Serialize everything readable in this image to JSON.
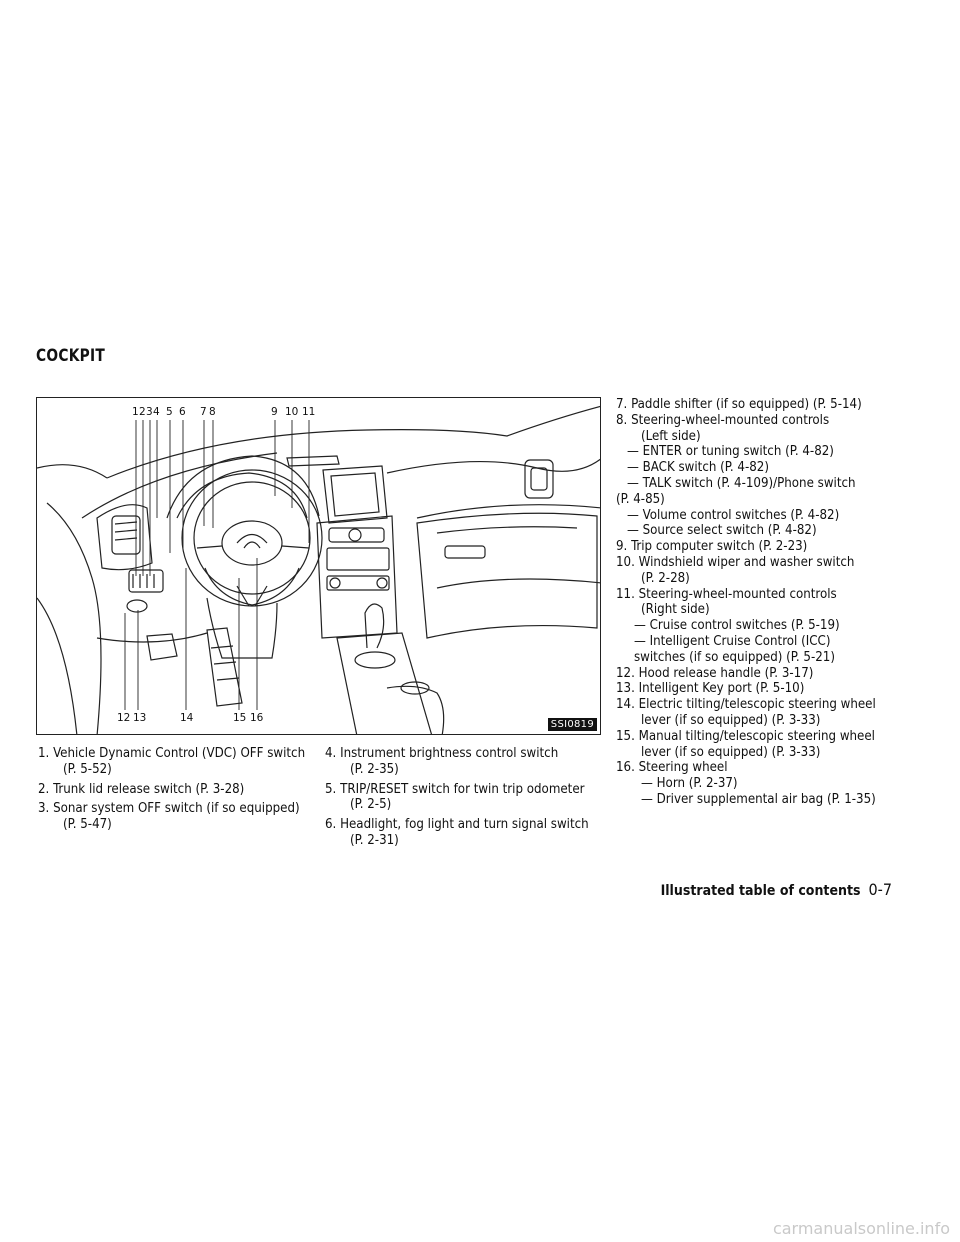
{
  "section_title": "COCKPIT",
  "figure": {
    "code": "SSI0819",
    "callouts_top": [
      "1",
      "2",
      "3",
      "4",
      "5",
      "6",
      "7",
      "8",
      "9",
      "10",
      "11"
    ],
    "callouts_bottom": [
      "12",
      "13",
      "14",
      "15",
      "16"
    ]
  },
  "columns": {
    "left": [
      {
        "lines": [
          "1. Vehicle Dynamic Control (VDC) OFF switch",
          "(P. 5-52)"
        ]
      },
      {
        "lines": [
          "2. Trunk lid release switch (P. 3-28)"
        ]
      },
      {
        "lines": [
          "3. Sonar system OFF switch (if so equipped)",
          "(P. 5-47)"
        ]
      }
    ],
    "middle": [
      {
        "lines": [
          "4. Instrument brightness control switch",
          "(P. 2-35)"
        ]
      },
      {
        "lines": [
          "5. TRIP/RESET switch for twin trip odometer",
          "(P. 2-5)"
        ]
      },
      {
        "lines": [
          "6. Headlight, fog light and turn signal switch",
          "(P. 2-31)"
        ]
      }
    ],
    "right": [
      "7. Paddle shifter (if so equipped) (P. 5-14)",
      "8. Steering-wheel-mounted controls",
      "(Left side)",
      "— ENTER or tuning switch (P. 4-82)",
      "— BACK switch (P. 4-82)",
      "— TALK switch (P. 4-109)/Phone switch",
      "(P. 4-85)",
      "— Volume control switches (P. 4-82)",
      "— Source select switch (P. 4-82)",
      "9. Trip computer switch (P. 2-23)",
      "10. Windshield wiper and washer switch",
      "(P. 2-28)",
      "11. Steering-wheel-mounted controls",
      "(Right side)",
      "— Cruise control switches (P. 5-19)",
      "— Intelligent Cruise Control (ICC)",
      "switches (if so equipped) (P. 5-21)",
      "12. Hood release handle (P. 3-17)",
      "13. Intelligent Key port (P. 5-10)",
      "14. Electric tilting/telescopic steering wheel",
      "lever (if so equipped) (P. 3-33)",
      "15. Manual tilting/telescopic steering wheel",
      "lever (if so equipped) (P. 3-33)",
      "16. Steering wheel",
      "— Horn (P. 2-37)",
      "— Driver supplemental air bag (P. 1-35)"
    ]
  },
  "footer": {
    "label": "Illustrated table of contents",
    "page": "0-7"
  },
  "watermark": "carmanualsonline.info"
}
